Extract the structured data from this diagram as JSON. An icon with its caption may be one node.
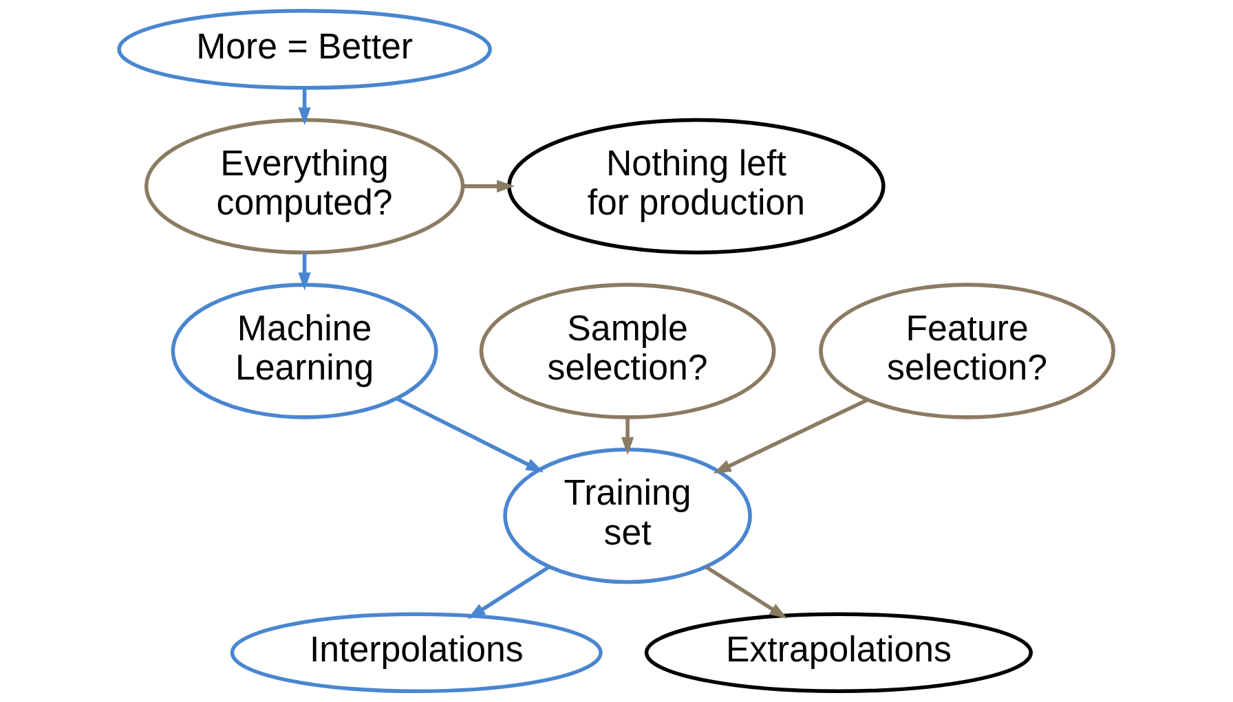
{
  "diagram": {
    "nodes": [
      {
        "text": [
          "More = Better"
        ]
      },
      {
        "text": [
          "Everything computed?"
        ]
      },
      {
        "text": [
          "Nothing left for production"
        ]
      },
      {
        "text": [
          "Machine Learning"
        ]
      },
      {
        "text": [
          "Sample selection?"
        ]
      },
      {
        "text": [
          "Feature selection?"
        ]
      },
      {
        "text": [
          "Training set"
        ]
      },
      {
        "text": [
          "Interpolations"
        ]
      },
      {
        "text": [
          "Extrapolations"
        ]
      }
    ],
    "edges": [
      {
        "from": 0,
        "to": 1,
        "arrow": "to"
      },
      {
        "from": 1,
        "to": 2,
        "arrow": "to",
        "color": "#8b7b62"
      },
      {
        "from": 1,
        "to": 3,
        "arrow": "to"
      },
      {
        "from": 3,
        "to": 6,
        "arrow": "to"
      },
      {
        "from": 4,
        "to": 6,
        "arrow": "to",
        "color": "#8b7b62"
      },
      {
        "from": 5,
        "to": 6,
        "arrow": "to",
        "color": "#8b7b62"
      },
      {
        "from": 6,
        "to": 7,
        "arrow": "to"
      },
      {
        "from": 6,
        "to": 8,
        "arrow": "to",
        "color": "#8b7b62"
      }
    ]
  }
}
